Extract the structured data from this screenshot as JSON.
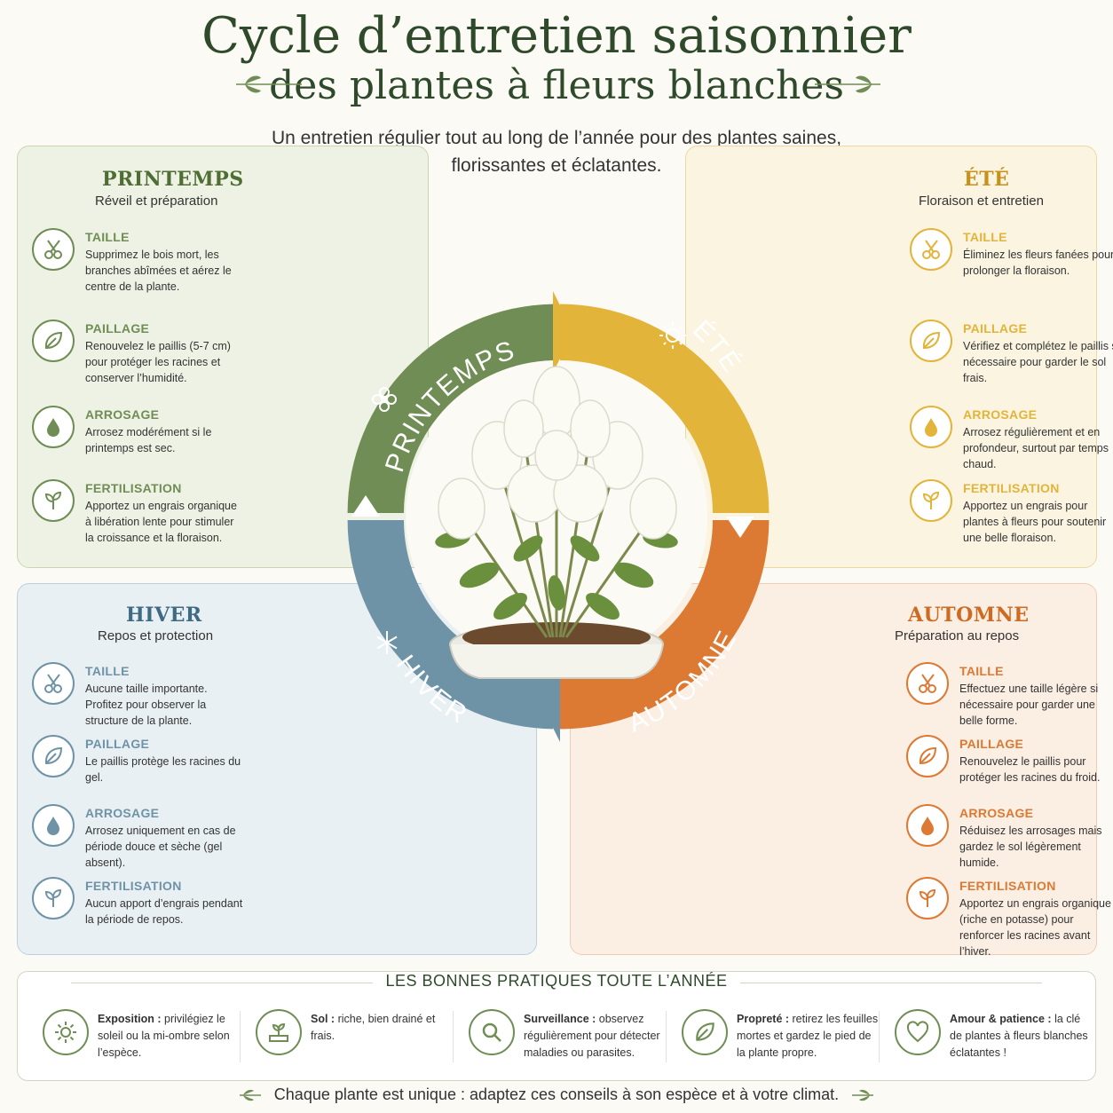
{
  "header": {
    "title_line1": "Cycle d’entretien saisonnier",
    "title_line2": "des plantes à fleurs blanches",
    "subtitle": "Un entretien régulier tout au long de l’année pour des plantes saines, florissantes et éclatantes."
  },
  "colors": {
    "spring": "#6f8d54",
    "summer": "#e3b43a",
    "autumn": "#dc7a34",
    "winter": "#6f93a6",
    "title": "#2f4a2b"
  },
  "cycle": {
    "labels": [
      "PRINTEMPS",
      "ÉTÉ",
      "AUTOMNE",
      "HIVER"
    ]
  },
  "seasons": {
    "spring": {
      "title": "PRINTEMPS",
      "subtitle": "Réveil et préparation",
      "items": [
        {
          "icon": "pruning-shears-icon",
          "heading": "TAILLE",
          "text": "Supprimez le bois mort, les branches abîmées et aérez le centre de la plante."
        },
        {
          "icon": "leaf-icon",
          "heading": "PAILLAGE",
          "text": "Renouvelez le paillis (5-7 cm) pour protéger les racines et conserver l’humidité."
        },
        {
          "icon": "water-drop-icon",
          "heading": "ARROSAGE",
          "text": "Arrosez modérément si le printemps est sec."
        },
        {
          "icon": "sprout-icon",
          "heading": "FERTILISATION",
          "text": "Apportez un engrais organique à libération lente pour stimuler la croissance et la floraison."
        }
      ]
    },
    "summer": {
      "title": "ÉTÉ",
      "subtitle": "Floraison et entretien",
      "items": [
        {
          "icon": "pruning-shears-icon",
          "heading": "TAILLE",
          "text": "Éliminez les fleurs fanées pour prolonger la floraison."
        },
        {
          "icon": "leaf-icon",
          "heading": "PAILLAGE",
          "text": "Vérifiez et complétez le paillis si nécessaire pour garder le sol frais."
        },
        {
          "icon": "water-drop-icon",
          "heading": "ARROSAGE",
          "text": "Arrosez régulièrement et en profondeur, surtout par temps chaud."
        },
        {
          "icon": "sprout-icon",
          "heading": "FERTILISATION",
          "text": "Apportez un engrais pour plantes à fleurs pour soutenir une belle floraison."
        }
      ]
    },
    "winter": {
      "title": "HIVER",
      "subtitle": "Repos et protection",
      "items": [
        {
          "icon": "pruning-shears-icon",
          "heading": "TAILLE",
          "text": "Aucune taille importante. Profitez pour observer la structure de la plante."
        },
        {
          "icon": "leaf-icon",
          "heading": "PAILLAGE",
          "text": "Le paillis protège les racines du gel."
        },
        {
          "icon": "water-drop-icon",
          "heading": "ARROSAGE",
          "text": "Arrosez uniquement en cas de période douce et sèche (gel absent)."
        },
        {
          "icon": "sprout-icon",
          "heading": "FERTILISATION",
          "text": "Aucun apport d’engrais pendant la période de repos."
        }
      ]
    },
    "autumn": {
      "title": "AUTOMNE",
      "subtitle": "Préparation au repos",
      "items": [
        {
          "icon": "pruning-shears-icon",
          "heading": "TAILLE",
          "text": "Effectuez une taille légère si nécessaire pour garder une belle forme."
        },
        {
          "icon": "leaf-icon",
          "heading": "PAILLAGE",
          "text": "Renouvelez le paillis pour protéger les racines du froid."
        },
        {
          "icon": "water-drop-icon",
          "heading": "ARROSAGE",
          "text": "Réduisez les arrosages mais gardez le sol légèrement humide."
        },
        {
          "icon": "sprout-icon",
          "heading": "FERTILISATION",
          "text": "Apportez un engrais organique (riche en potasse) pour renforcer les racines avant l’hiver."
        }
      ]
    }
  },
  "practices": {
    "title": "LES BONNES PRATIQUES TOUTE L’ANNÉE",
    "items": [
      {
        "icon": "sun-icon",
        "label": "Exposition :",
        "text": " privilégiez le soleil ou la mi-ombre selon l’espèce."
      },
      {
        "icon": "soil-sprout-icon",
        "label": "Sol :",
        "text": " riche, bien drainé et frais."
      },
      {
        "icon": "magnifier-icon",
        "label": "Surveillance :",
        "text": " observez régulièrement pour détecter maladies ou parasites."
      },
      {
        "icon": "leaf-icon",
        "label": "Propreté :",
        "text": " retirez les feuilles mortes et gardez le pied de la plante propre."
      },
      {
        "icon": "heart-icon",
        "label": "Amour & patience :",
        "text": " la clé de plantes à fleurs blanches éclatantes !"
      }
    ]
  },
  "footer": {
    "text": "Chaque plante est unique : adaptez ces conseils à son espèce et à votre climat."
  }
}
